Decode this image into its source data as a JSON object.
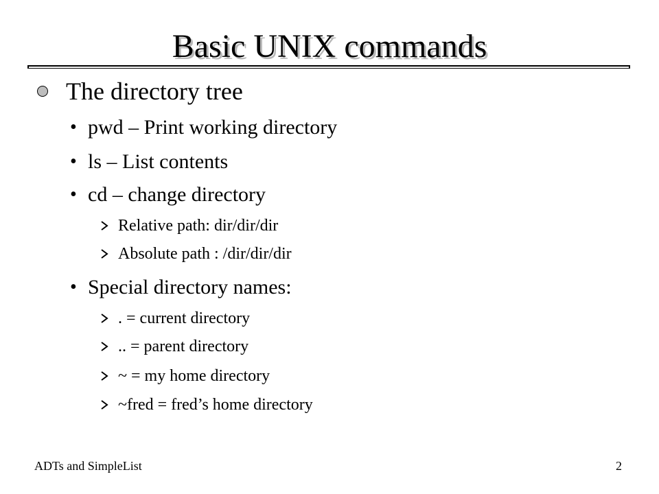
{
  "title": "Basic UNIX commands",
  "main_bullet": "The directory tree",
  "items": [
    {
      "text": "pwd – Print working directory"
    },
    {
      "text": "ls – List contents"
    },
    {
      "text": "cd – change directory"
    },
    {
      "text": "Relative path:  dir/dir/dir"
    },
    {
      "text": "Absolute path : /dir/dir/dir"
    },
    {
      "text": "Special directory names:"
    },
    {
      "text": ". = current directory"
    },
    {
      "text": ".. = parent directory"
    },
    {
      "text": "~ = my home directory"
    },
    {
      "text": "~fred = fred’s home directory"
    }
  ],
  "footer": {
    "left": "ADTs and SimpleList",
    "page_number": "2"
  },
  "colors": {
    "text": "#000000",
    "title_shadow": "#b8b8b8",
    "bullet_fill": "#bdbdbd",
    "background": "#ffffff"
  }
}
